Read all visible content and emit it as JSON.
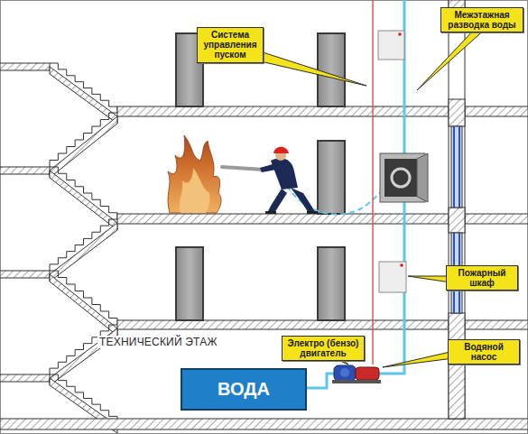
{
  "diagram": {
    "nodes": [
      {
        "text": [
          "Система управления пуском"
        ]
      },
      {
        "text": [
          "Межэтажная разводка воды"
        ]
      },
      {
        "text": [
          "Пожарный шкаф"
        ]
      },
      {
        "text": [
          "Электро (бензо) двигатель"
        ]
      },
      {
        "text": [
          "Водяной насос"
        ]
      },
      {
        "text": [
          "ВОДА"
        ]
      }
    ],
    "labels": [
      "ТЕХНИЧЕСКИЙ ЭТАЖ"
    ]
  }
}
